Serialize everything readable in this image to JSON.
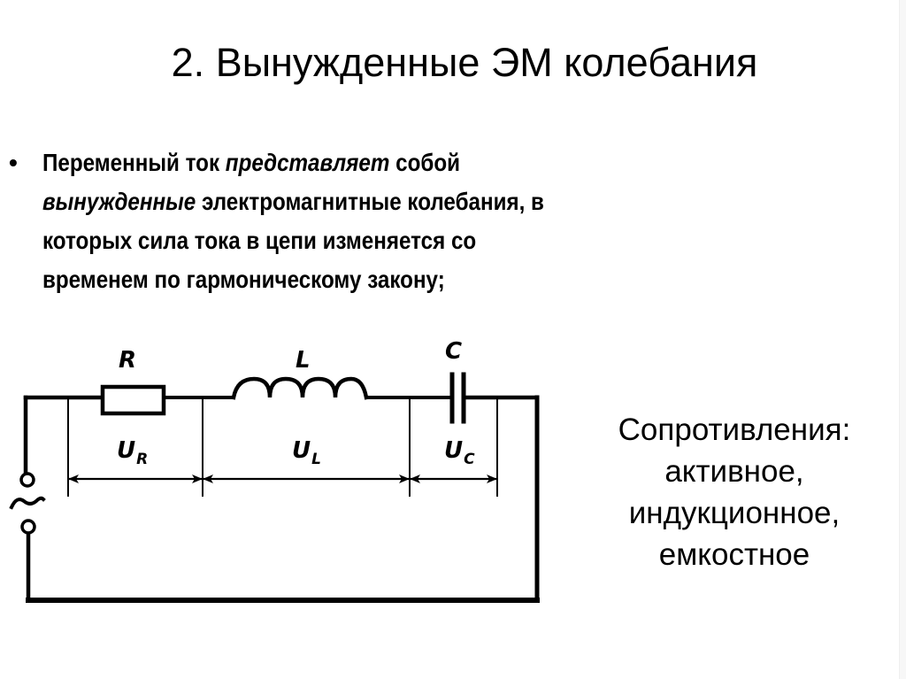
{
  "slide": {
    "title": "2. Вынужденные ЭМ колебания",
    "bullet": {
      "marker": "•",
      "lines": [
        {
          "parts": [
            {
              "text": "Переменный ток ",
              "italic": false
            },
            {
              "text": "представляет",
              "italic": true
            },
            {
              "text": " собой",
              "italic": false
            }
          ]
        },
        {
          "parts": [
            {
              "text": "вынужденные",
              "italic": true
            },
            {
              "text": " электромагнитные колебания, в",
              "italic": false
            }
          ]
        },
        {
          "parts": [
            {
              "text": "которых сила тока в цепи изменяется со",
              "italic": false
            }
          ]
        },
        {
          "parts": [
            {
              "text": "временем по гармоническому закону;",
              "italic": false
            }
          ]
        }
      ],
      "l1_a": "Переменный ток ",
      "l1_b": "представляет",
      "l1_c": " собой",
      "l2_a": "вынужденные",
      "l2_b": " электромагнитные колебания, в",
      "l3": "которых сила тока в цепи изменяется со",
      "l4": "временем по гармоническому закону;"
    },
    "circuit": {
      "components": [
        {
          "symbol": "R",
          "type": "resistor"
        },
        {
          "symbol": "L",
          "type": "inductor"
        },
        {
          "symbol": "C",
          "type": "capacitor"
        }
      ],
      "source_symbol": "~",
      "labels": {
        "R": "R",
        "L": "L",
        "C": "C",
        "U": "U",
        "UR_sub": "R",
        "UL_sub": "L",
        "UC_sub": "C",
        "source": "~"
      },
      "voltages": [
        {
          "label": "U",
          "sub": "R"
        },
        {
          "label": "U",
          "sub": "L"
        },
        {
          "label": "U",
          "sub": "C"
        }
      ]
    },
    "resistances": {
      "heading": "Сопротивления:",
      "items": [
        "активное,",
        "индукционное,",
        "емкостное"
      ],
      "item0": "активное,",
      "item1": "индукционное,",
      "item2": "емкостное"
    }
  }
}
